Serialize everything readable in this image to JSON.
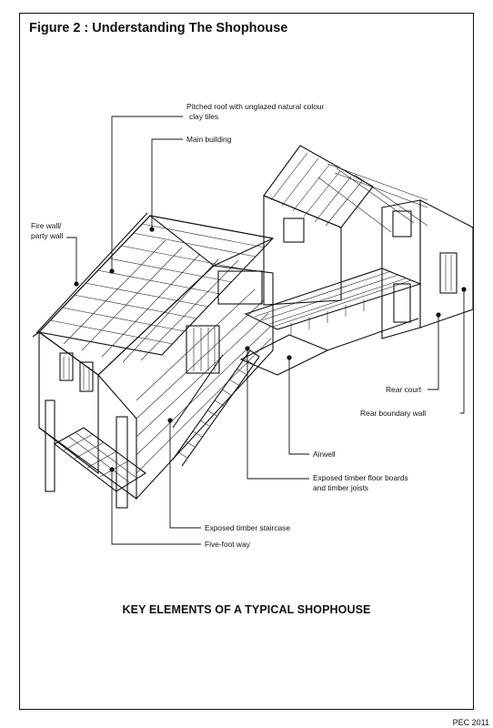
{
  "figure_title": "Figure 2 : Understanding The Shophouse",
  "caption": "KEY ELEMENTS OF A TYPICAL SHOPHOUSE",
  "footer": "PEC 2011",
  "labels": {
    "roof": "Pitched roof with unglazed natural colour clay tiles",
    "roof_line1": "Pitched roof with unglazed natural colour",
    "roof_line2": "clay tiles",
    "main_building": "Main building",
    "fire_wall_line1": "Fire wall/",
    "fire_wall_line2": "party wall",
    "rear_court": "Rear court",
    "rear_boundary_wall": "Rear boundary wall",
    "airwell": "Airwell",
    "floor_line1": "Exposed timber floor boards",
    "floor_line2": "and  timber joists",
    "staircase": "Exposed timber staircase",
    "five_foot_way": "Five-foot way"
  }
}
